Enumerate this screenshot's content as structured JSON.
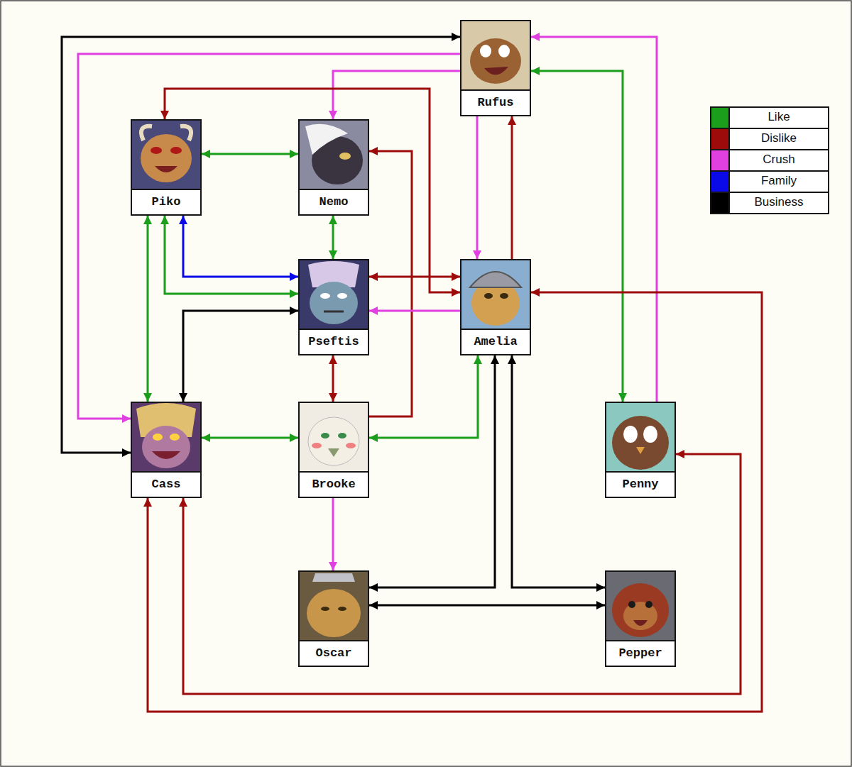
{
  "diagram": {
    "nodes": [
      {
        "text": [
          "Rufus"
        ]
      },
      {
        "text": [
          "Piko"
        ]
      },
      {
        "text": [
          "Nemo"
        ]
      },
      {
        "text": [
          "Pseftis"
        ]
      },
      {
        "text": [
          "Amelia"
        ]
      },
      {
        "text": [
          "Cass"
        ]
      },
      {
        "text": [
          "Brooke"
        ]
      },
      {
        "text": [
          "Penny"
        ]
      },
      {
        "text": [
          "Oscar"
        ]
      },
      {
        "text": [
          "Pepper"
        ]
      }
    ],
    "edges": [
      {
        "from": 0,
        "to": 5,
        "arrow": "both"
      },
      {
        "from": 0,
        "to": 5,
        "arrow": "to"
      },
      {
        "from": 0,
        "to": 2,
        "arrow": "to"
      },
      {
        "from": 0,
        "to": 4,
        "arrow": "to"
      },
      {
        "from": 4,
        "to": 0,
        "arrow": "to"
      },
      {
        "from": 0,
        "to": 7,
        "arrow": "both"
      },
      {
        "from": 7,
        "to": 0,
        "arrow": "to"
      },
      {
        "from": 1,
        "to": 2,
        "arrow": "both"
      },
      {
        "from": 1,
        "to": 4,
        "arrow": "both"
      },
      {
        "from": 1,
        "to": 3,
        "arrow": "both"
      },
      {
        "from": 1,
        "to": 3,
        "arrow": "both"
      },
      {
        "from": 1,
        "to": 5,
        "arrow": "both"
      },
      {
        "from": 2,
        "to": 3,
        "arrow": "both"
      },
      {
        "from": 6,
        "to": 2,
        "arrow": "to"
      },
      {
        "from": 3,
        "to": 4,
        "arrow": "both"
      },
      {
        "from": 4,
        "to": 3,
        "arrow": "to"
      },
      {
        "from": 3,
        "to": 5,
        "arrow": "both"
      },
      {
        "from": 3,
        "to": 6,
        "arrow": "both"
      },
      {
        "from": 4,
        "to": 6,
        "arrow": "both"
      },
      {
        "from": 4,
        "to": 5,
        "arrow": "both"
      },
      {
        "from": 4,
        "to": 8,
        "arrow": "both"
      },
      {
        "from": 4,
        "to": 9,
        "arrow": "both"
      },
      {
        "from": 5,
        "to": 6,
        "arrow": "both"
      },
      {
        "from": 5,
        "to": 7,
        "arrow": "both"
      },
      {
        "from": 6,
        "to": 8,
        "arrow": "to"
      },
      {
        "from": 8,
        "to": 9,
        "arrow": "both"
      }
    ],
    "legend": [
      {
        "text": "Like",
        "color": "#1b9e1b"
      },
      {
        "text": "Dislike",
        "color": "#9e0b0b"
      },
      {
        "text": "Crush",
        "color": "#e040e0"
      },
      {
        "text": "Family",
        "color": "#0a0ae8"
      },
      {
        "text": "Business",
        "color": "#000000"
      }
    ]
  }
}
